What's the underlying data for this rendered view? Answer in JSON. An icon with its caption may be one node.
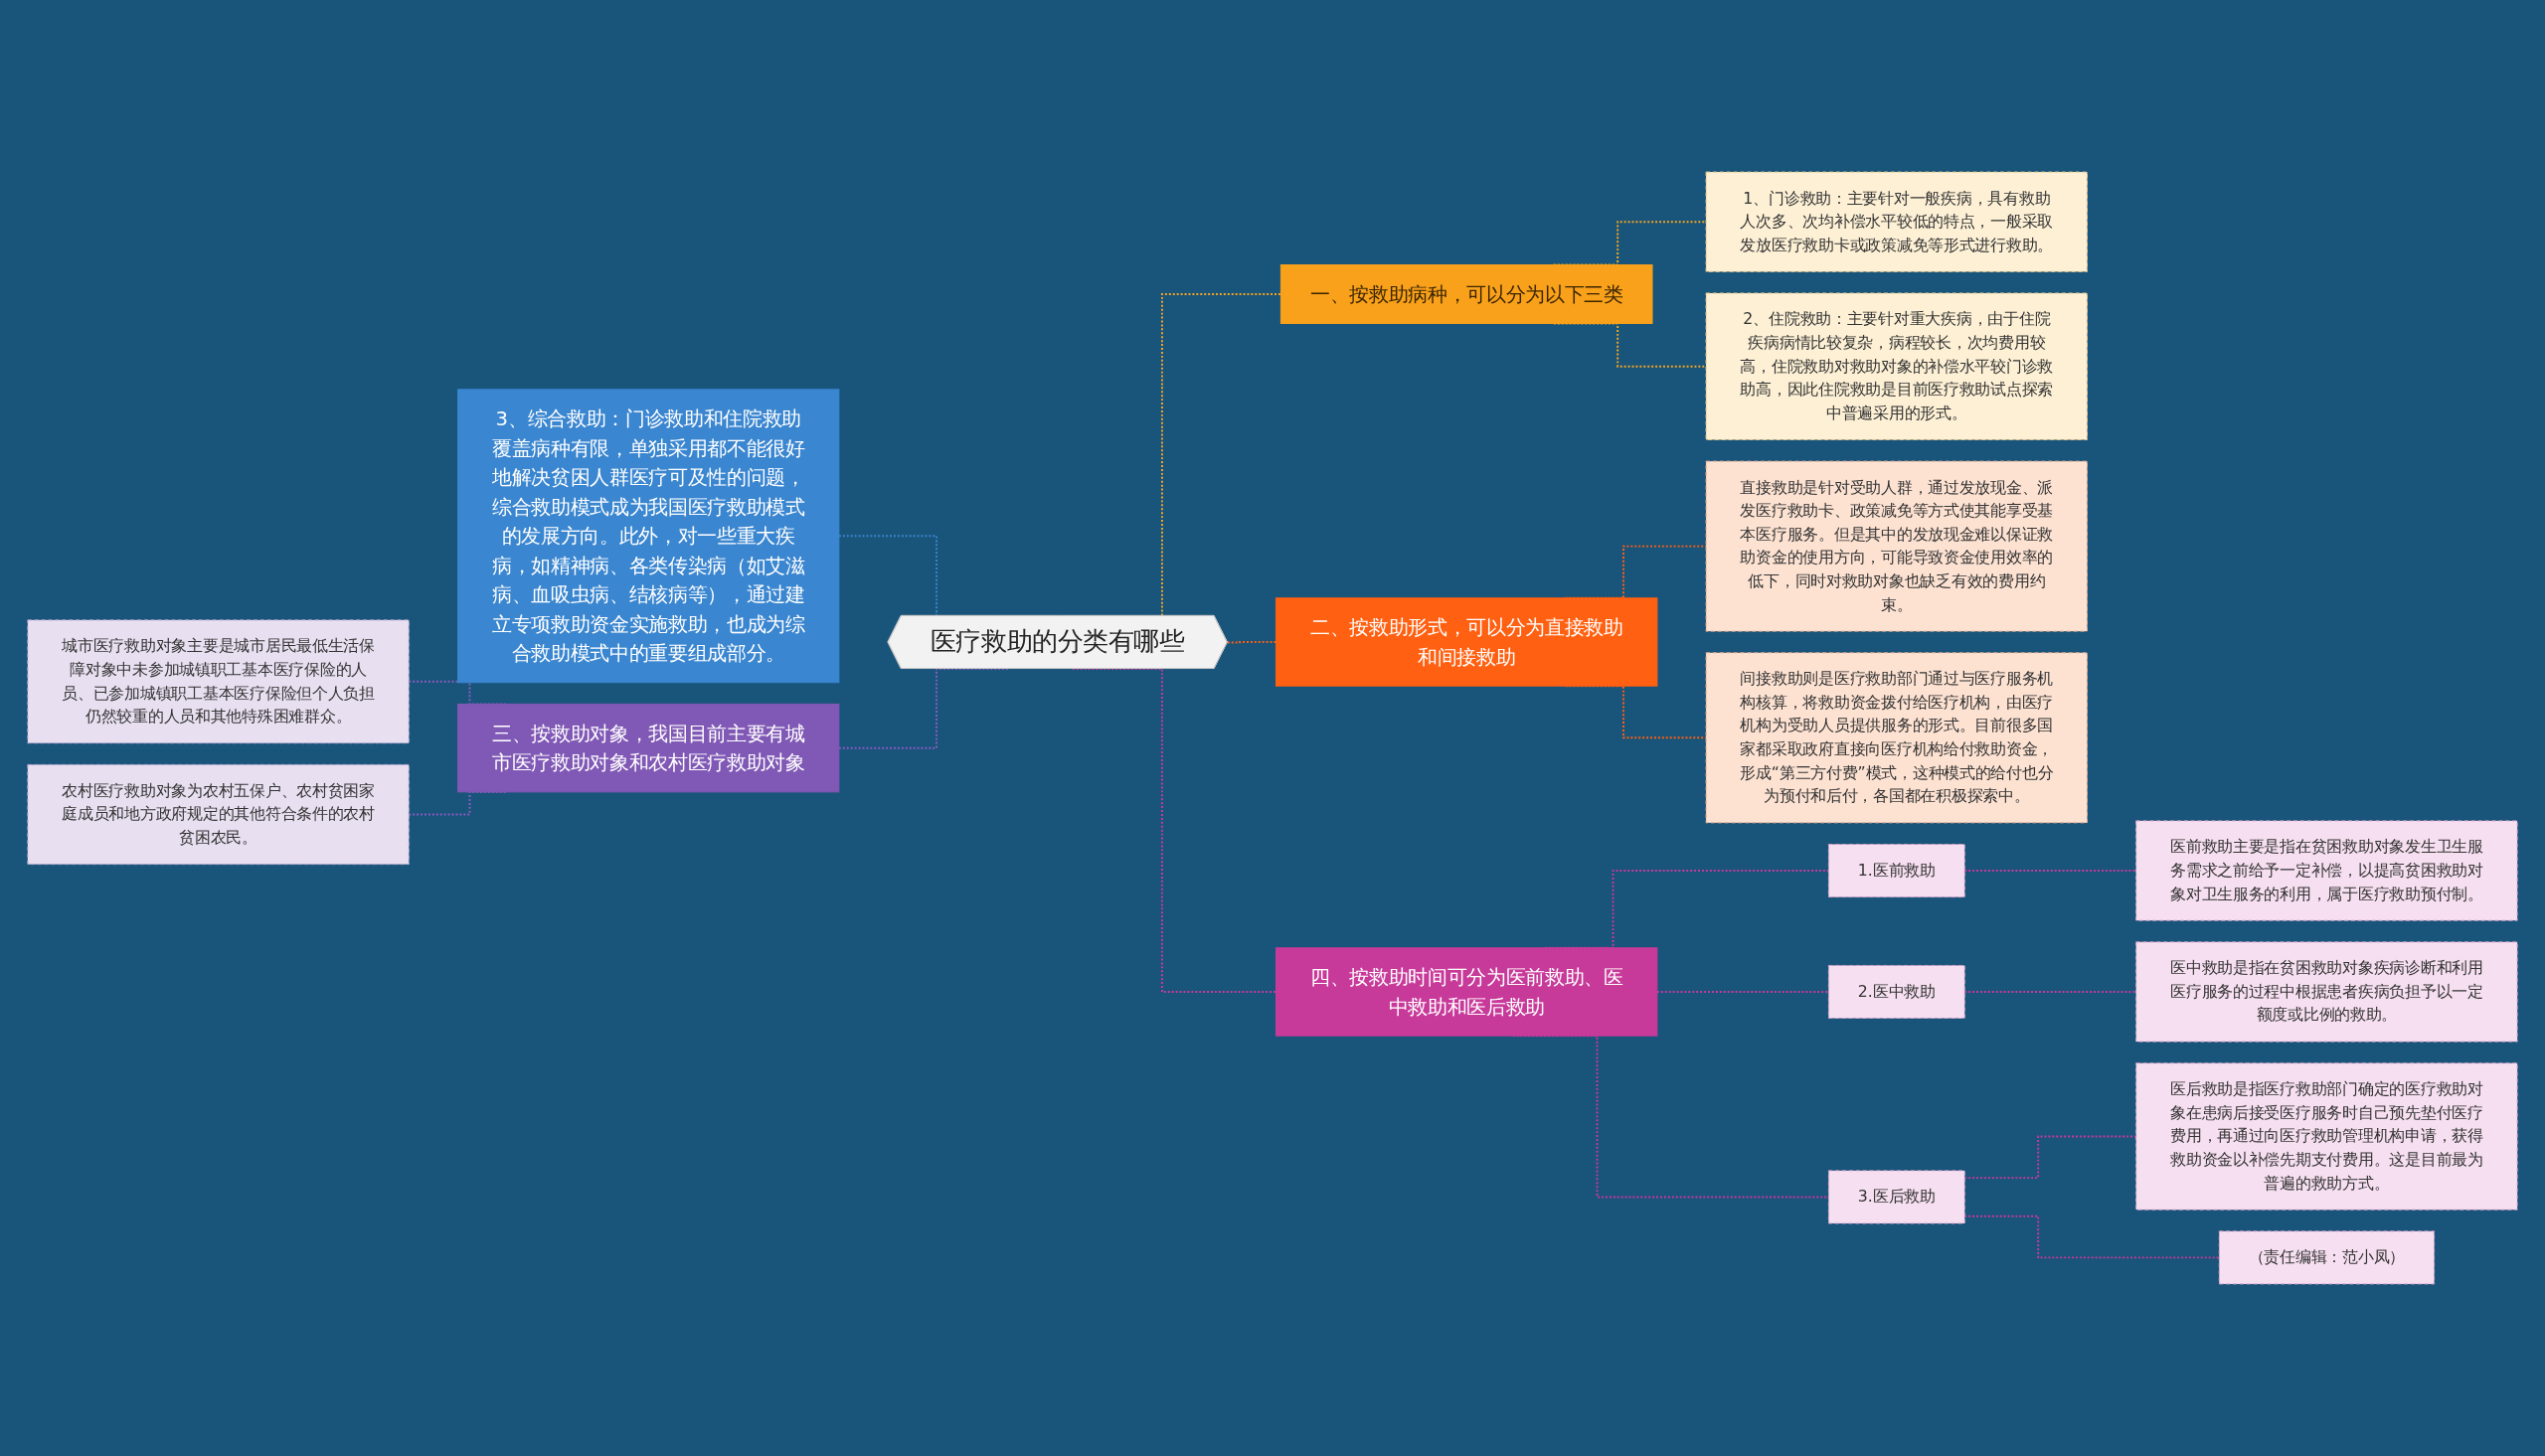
{
  "diagram": {
    "nodes": [
      {
        "text": [
          "医疗救助的分类有哪些"
        ]
      },
      {
        "text": [
          "一、按救助病种，可以分为以下三类"
        ]
      },
      {
        "text": [
          "1、门诊救助：主要针对一般疾病，具有救助人次多、次均补偿水平较低的特点，一般采取发放医疗救助卡或政策减免等形式进行救助。"
        ]
      },
      {
        "text": [
          "2、住院救助：主要针对重大疾病，由于住院疾病病情比较复杂，病程较长，次均费用较高，住院救助对救助对象的补偿水平较门诊救助高，因此住院救助是目前医疗救助试点探索中普遍采用的形式。"
        ]
      },
      {
        "text": [
          "二、按救助形式，可以分为直接救助和间接救助"
        ]
      },
      {
        "text": [
          "直接救助是针对受助人群，通过发放现金、派发医疗救助卡、政策减免等方式使其能享受基本医疗服务。但是其中的发放现金难以保证救助资金的使用方向，可能导致资金使用效率的低下，同时对救助对象也缺乏有效的费用约束。"
        ]
      },
      {
        "text": [
          "间接救助则是医疗救助部门通过与医疗服务机构核算，将救助资金拨付给医疗机构，由医疗机构为受助人员提供服务的形式。目前很多国家都采取政府直接向医疗机构给付救助资金，形成“第三方付费”模式，这种模式的给付也分为预付和后付，各国都在积极探索中。"
        ]
      },
      {
        "text": [
          "四、按救助时间可分为医前救助、医中救助和医后救助"
        ]
      },
      {
        "text": [
          "1.医前救助"
        ]
      },
      {
        "text": [
          "医前救助主要是指在贫困救助对象发生卫生服务需求之前给予一定补偿，以提高贫困救助对象对卫生服务的利用，属于医疗救助预付制。"
        ]
      },
      {
        "text": [
          "2.医中救助"
        ]
      },
      {
        "text": [
          "医中救助是指在贫困救助对象疾病诊断和利用医疗服务的过程中根据患者疾病负担予以一定额度或比例的救助。"
        ]
      },
      {
        "text": [
          "3.医后救助"
        ]
      },
      {
        "text": [
          "医后救助是指医疗救助部门确定的医疗救助对象在患病后接受医疗服务时自己预先垫付医疗费用，再通过向医疗救助管理机构申请，获得救助资金以补偿先期支付费用。这是目前最为普遍的救助方式。"
        ]
      },
      {
        "text": [
          "（责任编辑：范小凤）"
        ]
      },
      {
        "text": [
          "3、综合救助：门诊救助和住院救助覆盖病种有限，单独采用都不能很好地解决贫困人群医疗可及性的问题，综合救助模式成为我国医疗救助模式的发展方向。此外，对一些重大疾病，如精神病、各类传染病（如艾滋病、血吸虫病、结核病等），通过建立专项救助资金实施救助，也成为综合救助模式中的重要组成部分。"
        ]
      },
      {
        "text": [
          "三、按救助对象，我国目前主要有城市医疗救助对象和农村医疗救助对象"
        ]
      },
      {
        "text": [
          "城市医疗救助对象主要是城市居民最低生活保障对象中未参加城镇职工基本医疗保险的人员、已参加城镇职工基本医疗保险但个人负担仍然较重的人员和其他特殊困难群众。"
        ]
      },
      {
        "text": [
          "农村医疗救助对象为农村五保户、农村贫困家庭成员和地方政府规定的其他符合条件的农村贫困农民。"
        ]
      }
    ],
    "edges": [
      {
        "from": 0,
        "to": 1,
        "arrow": "none",
        "style": "dashed",
        "color": "#f5a623"
      },
      {
        "from": 1,
        "to": 2,
        "arrow": "none",
        "style": "dashed",
        "color": "#f5a623"
      },
      {
        "from": 1,
        "to": 3,
        "arrow": "none",
        "style": "dashed",
        "color": "#f5a623"
      },
      {
        "from": 0,
        "to": 4,
        "arrow": "none",
        "style": "dashed",
        "color": "#ff6011"
      },
      {
        "from": 4,
        "to": 5,
        "arrow": "none",
        "style": "dashed",
        "color": "#ff6011"
      },
      {
        "from": 4,
        "to": 6,
        "arrow": "none",
        "style": "dashed",
        "color": "#ff6011"
      },
      {
        "from": 0,
        "to": 7,
        "arrow": "none",
        "style": "dashed",
        "color": "#c83a9a"
      },
      {
        "from": 7,
        "to": 8,
        "arrow": "none",
        "style": "dashed",
        "color": "#c83a9a"
      },
      {
        "from": 8,
        "to": 9,
        "arrow": "none",
        "style": "dashed",
        "color": "#c83a9a"
      },
      {
        "from": 7,
        "to": 10,
        "arrow": "none",
        "style": "dashed",
        "color": "#c83a9a"
      },
      {
        "from": 10,
        "to": 11,
        "arrow": "none",
        "style": "dashed",
        "color": "#c83a9a"
      },
      {
        "from": 7,
        "to": 12,
        "arrow": "none",
        "style": "dashed",
        "color": "#c83a9a"
      },
      {
        "from": 12,
        "to": 13,
        "arrow": "none",
        "style": "dashed",
        "color": "#c83a9a"
      },
      {
        "from": 12,
        "to": 14,
        "arrow": "none",
        "style": "dashed",
        "color": "#c83a9a"
      },
      {
        "from": 15,
        "to": 0,
        "arrow": "none",
        "style": "dashed",
        "color": "#3a86d0"
      },
      {
        "from": 16,
        "to": 0,
        "arrow": "none",
        "style": "dashed",
        "color": "#8a5cc0"
      },
      {
        "from": 17,
        "to": 16,
        "arrow": "none",
        "style": "dashed",
        "color": "#8a5cc0"
      },
      {
        "from": 18,
        "to": 16,
        "arrow": "none",
        "style": "dashed",
        "color": "#8a5cc0"
      }
    ]
  }
}
